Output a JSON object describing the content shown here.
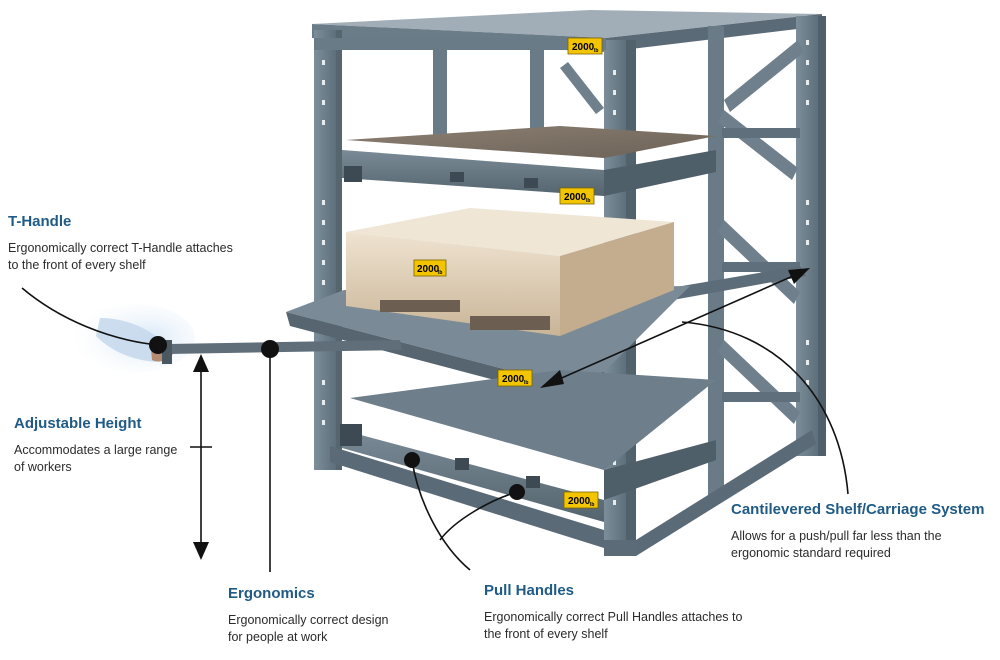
{
  "callouts": {
    "t_handle": {
      "title": "T-Handle",
      "lines": [
        "Ergonomically correct T-Handle attaches",
        "to the front of every shelf"
      ]
    },
    "adjustable_height": {
      "title": "Adjustable Height",
      "lines": [
        "Accommodates a large range",
        "of workers"
      ]
    },
    "ergonomics": {
      "title": "Ergonomics",
      "lines": [
        "Ergonomically correct design",
        "for people at work"
      ]
    },
    "pull_handles": {
      "title": "Pull Handles",
      "lines": [
        "Ergonomically correct Pull Handles attaches to",
        "the front of every shelf"
      ]
    },
    "cantilevered": {
      "title": "Cantilevered Shelf/Carriage System",
      "lines": [
        "Allows for a push/pull far less than the",
        "ergonomic standard required"
      ]
    }
  },
  "capacity_label": "2000",
  "capacity_unit": "lb",
  "colors": {
    "title_blue": "#1f5b86",
    "body_text": "#2b2b2b",
    "steel": "#6f8290",
    "label_yellow": "#f2c500",
    "leader_black": "#111111"
  }
}
